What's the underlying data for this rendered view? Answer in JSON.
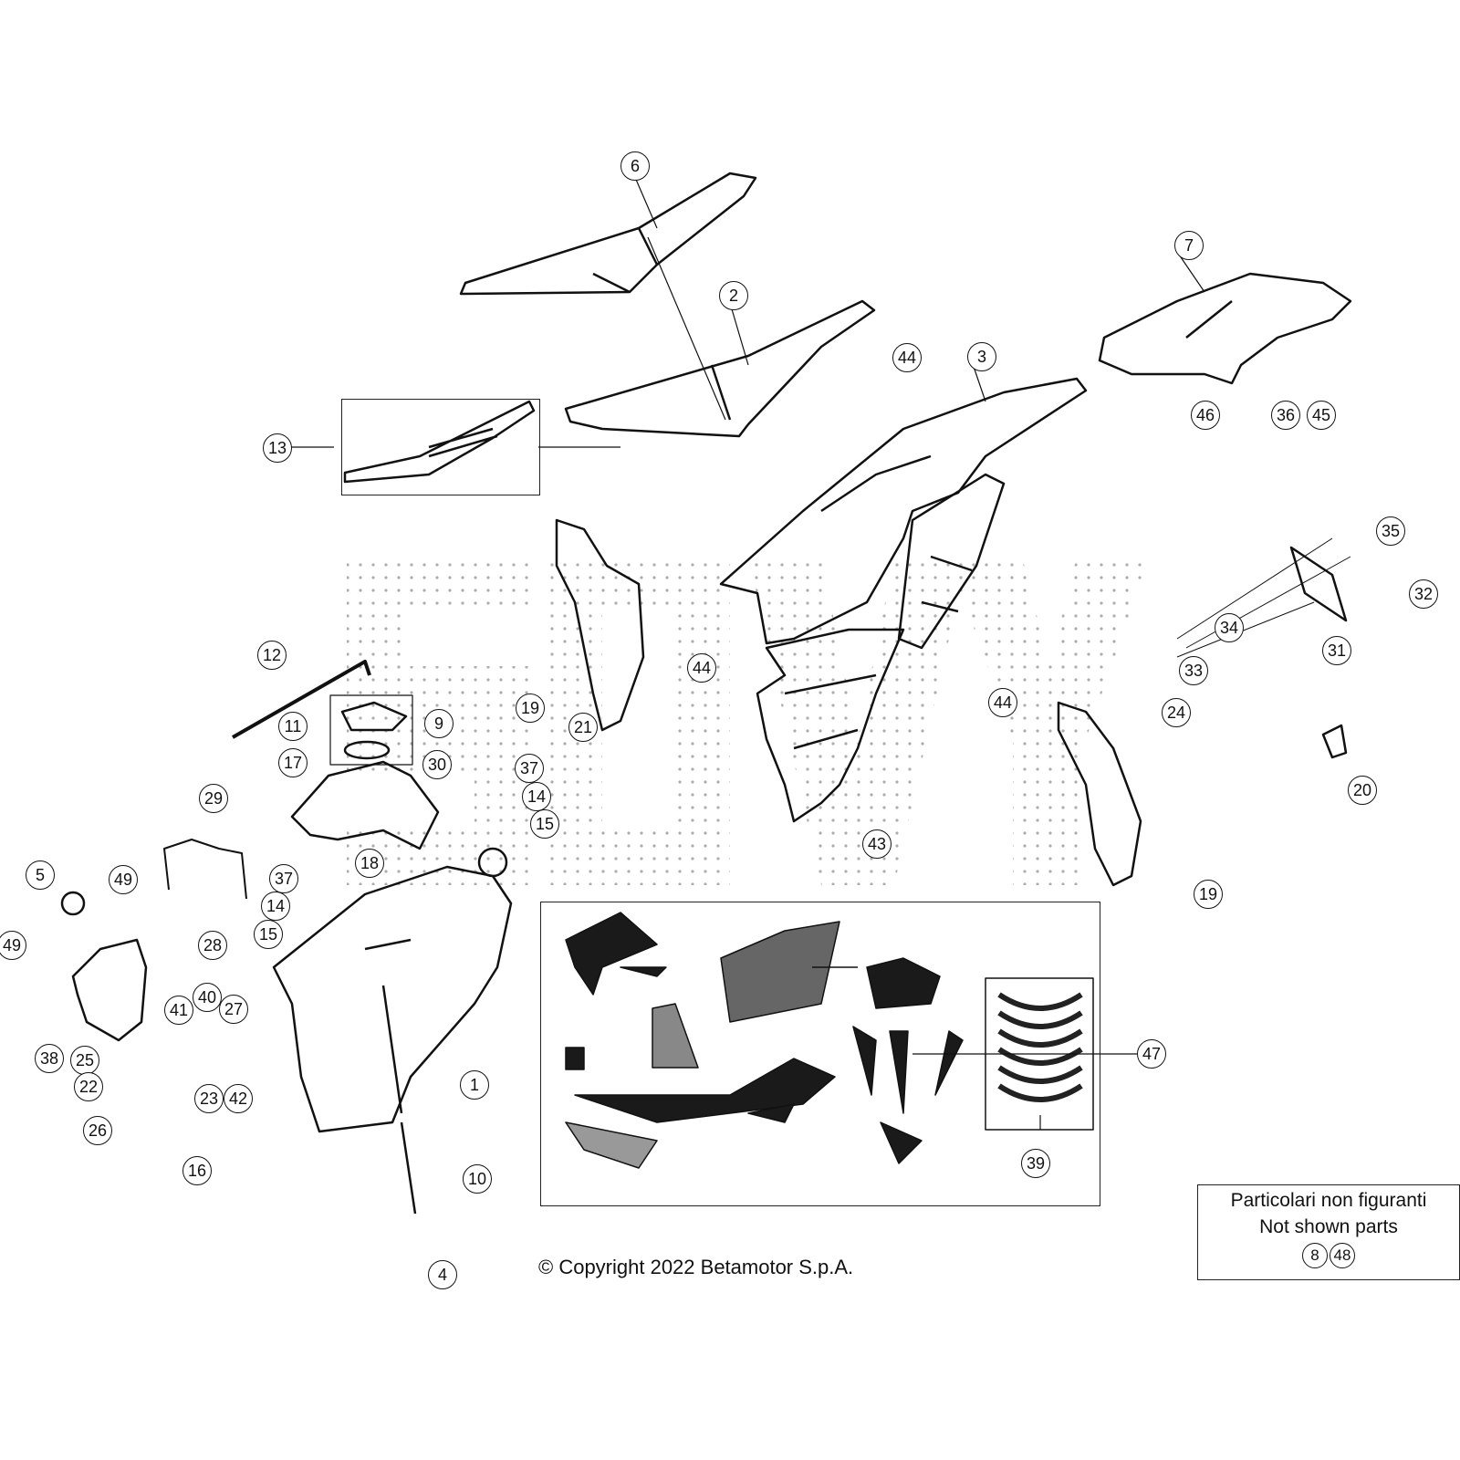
{
  "diagram": {
    "callouts": [
      "6",
      "2",
      "7",
      "3",
      "44",
      "46",
      "36",
      "45",
      "13",
      "35",
      "32",
      "34",
      "31",
      "33",
      "44",
      "44",
      "19",
      "21",
      "12",
      "11",
      "9",
      "30",
      "17",
      "37",
      "14",
      "15",
      "24",
      "20",
      "43",
      "29",
      "18",
      "37",
      "14",
      "15",
      "5",
      "49",
      "49",
      "28",
      "41",
      "40",
      "27",
      "38",
      "25",
      "22",
      "23",
      "42",
      "1",
      "26",
      "16",
      "10",
      "4",
      "19",
      "47",
      "39"
    ],
    "not_shown": {
      "line1": "Particolari non figuranti",
      "line2": "Not shown parts",
      "refs": [
        "8",
        "48"
      ]
    },
    "copyright": "© Copyright 2022 Betamotor S.p.A.",
    "colors": {
      "ink": "#111111",
      "decal_dark": "#1a1a1a"
    }
  }
}
